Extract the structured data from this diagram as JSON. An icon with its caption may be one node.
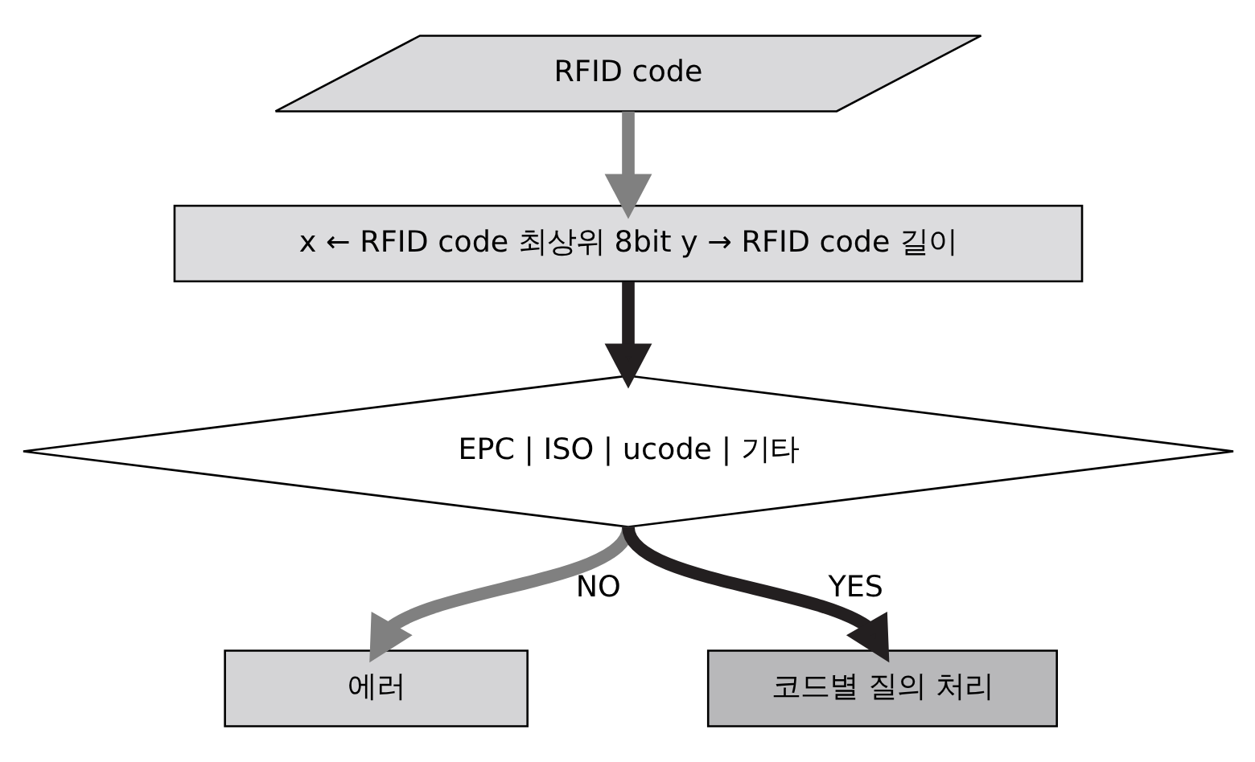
{
  "diagram": {
    "nodes": [
      {
        "text": [
          "RFID code"
        ]
      },
      {
        "text": [
          "x ← RFID code 최상위 8bit y → RFID code 길이"
        ]
      },
      {
        "text": [
          "EPC | ISO | ucode | 기타"
        ]
      },
      {
        "text": [
          "에러"
        ]
      },
      {
        "text": [
          "코드별 질의 처리"
        ]
      }
    ],
    "edges": [
      {
        "from": 0,
        "to": 1,
        "arrow": "to",
        "color": "#808080"
      },
      {
        "from": 1,
        "to": 2,
        "arrow": "to",
        "color": "#231f20"
      },
      {
        "from": 2,
        "to": 3,
        "arrow": "to",
        "label": "NO",
        "color": "#808080"
      },
      {
        "from": 2,
        "to": 4,
        "arrow": "to",
        "label": "YES",
        "color": "#231f20"
      }
    ]
  }
}
